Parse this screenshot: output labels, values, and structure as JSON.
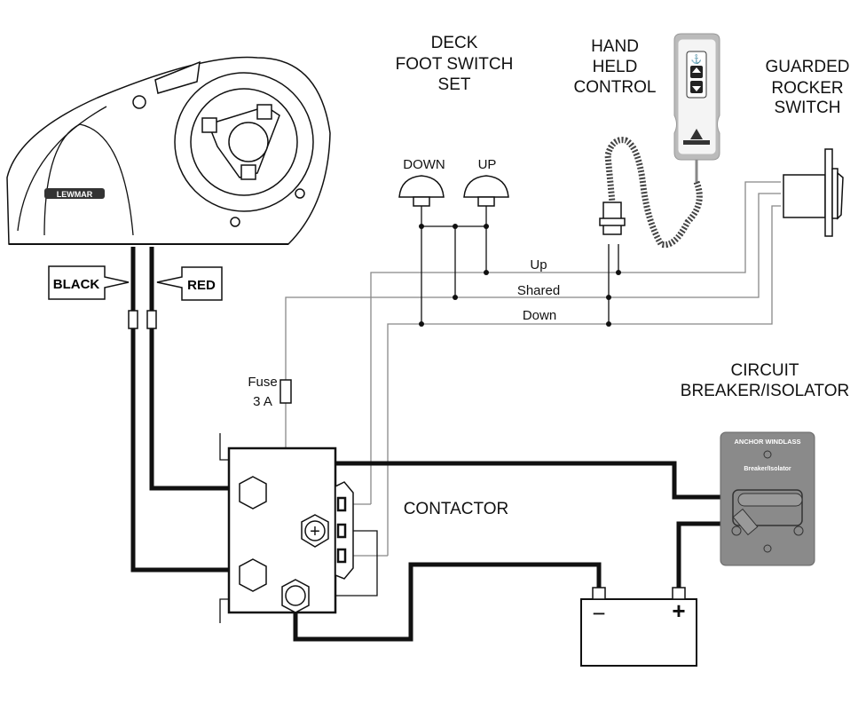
{
  "components": {
    "windlass": {
      "logo": "LEWMAR"
    },
    "foot_switch": {
      "title_lines": [
        "DECK",
        "FOOT SWITCH",
        "SET"
      ],
      "down_label": "DOWN",
      "up_label": "UP"
    },
    "hand_control": {
      "title_lines": [
        "HAND",
        "HELD",
        "CONTROL"
      ]
    },
    "rocker_switch": {
      "title_lines": [
        "GUARDED",
        "ROCKER",
        "SWITCH"
      ]
    },
    "breaker": {
      "title_lines": [
        "CIRCUIT",
        "BREAKER/ISOLATOR"
      ],
      "plate_title": "ANCHOR WINDLASS",
      "plate_subtitle": "Breaker/Isolator"
    },
    "contactor": {
      "label": "CONTACTOR"
    },
    "fuse": {
      "label": "Fuse",
      "rating": "3 A"
    },
    "battery": {
      "neg": "−",
      "pos": "+"
    }
  },
  "wires": {
    "black": "BLACK",
    "red": "RED",
    "up": "Up",
    "shared": "Shared",
    "down": "Down"
  },
  "colors": {
    "power_wire": "#111111",
    "control_wire": "#888888",
    "breaker_plate": "#8a8a8a"
  }
}
